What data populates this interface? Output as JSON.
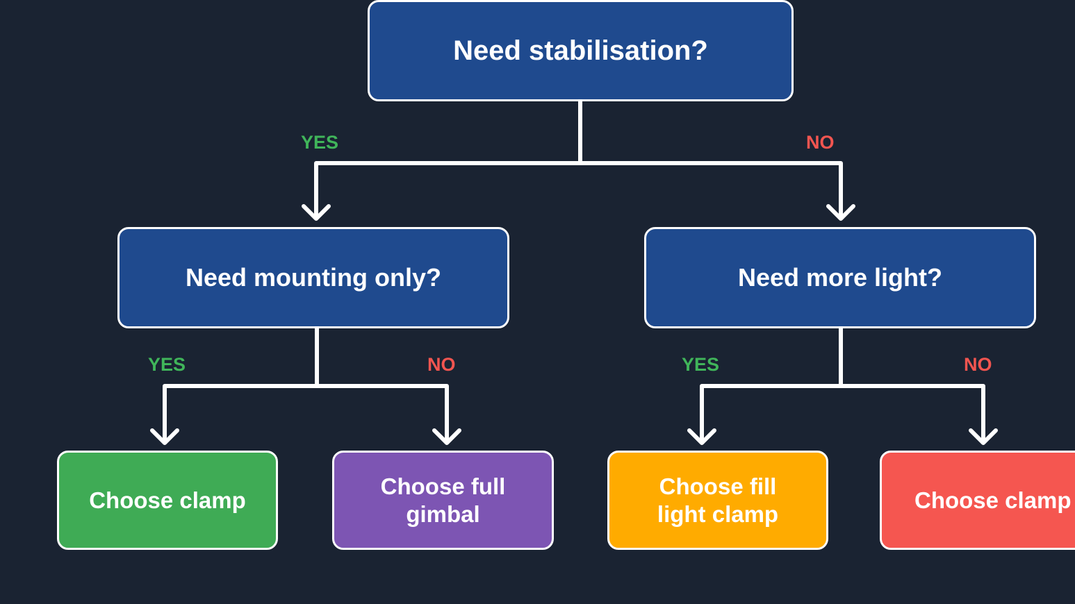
{
  "diagram": {
    "root": {
      "label": "Need stabilisation?"
    },
    "left": {
      "label": "Need mounting only?",
      "branch_label": "YES",
      "yes_leaf": {
        "label": "Choose clamp",
        "color": "#3fab55"
      },
      "no_leaf": {
        "label": "Choose full gimbal",
        "color": "#7d55b3"
      },
      "yes_label": "YES",
      "no_label": "NO"
    },
    "right": {
      "label": "Need more light?",
      "branch_label": "NO",
      "yes_leaf": {
        "label": "Choose fill light clamp",
        "color": "#ffab00"
      },
      "no_leaf": {
        "label": "Choose clamp",
        "color": "#f55650"
      },
      "yes_label": "YES",
      "no_label": "NO"
    }
  },
  "colors": {
    "background": "#1a2332",
    "question_box": "#1f4a8e",
    "connector": "#ffffff",
    "yes": "#40b55a",
    "no": "#f25550"
  }
}
